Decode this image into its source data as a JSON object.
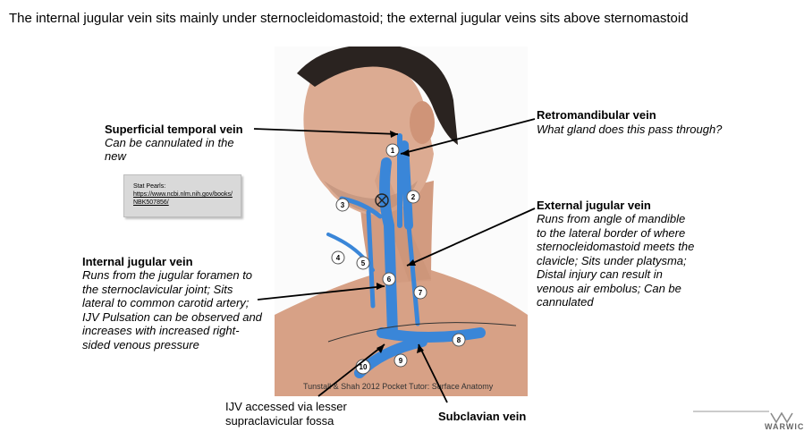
{
  "slide": {
    "title": "The internal jugular vein sits mainly under sternocleidomastoid; the external jugular veins sits above sternomastoid"
  },
  "labels": {
    "sup_temporal": {
      "heading": "Superficial temporal vein",
      "body_line1": "Can be cannulated in the",
      "body_line2": "new"
    },
    "retromandibular": {
      "heading": "Retromandibular vein",
      "body": "What gland does this pass through?"
    },
    "external_jugular": {
      "heading": "External jugular vein",
      "lines": [
        "Runs from angle of mandible",
        "to the lateral border of where",
        "sternocleidomastoid meets the",
        "clavicle; Sits under platysma;",
        "Distal injury can result in",
        "venous air embolus; Can be",
        "cannulated"
      ]
    },
    "internal_jugular": {
      "heading": "Internal jugular vein",
      "lines": [
        "Runs from the jugular foramen to",
        "the sternoclavicular joint; Sits",
        "lateral to common carotid artery;",
        "IJV Pulsation can be observed and",
        "increases with increased right-",
        "sided venous pressure"
      ]
    },
    "ijv_access": {
      "line1": "IJV accessed via lesser",
      "line2": "supraclavicular fossa"
    },
    "subclavian": {
      "heading": "Subclavian vein"
    }
  },
  "sticky_note": {
    "title": "Stat Pearls:",
    "url": "https://www.ncbi.nlm.nih.gov/books/NBK507856/"
  },
  "figure": {
    "caption": "Tunstall & Shah 2012 Pocket Tutor: Surface Anatomy",
    "markers": [
      "1",
      "2",
      "3",
      "4",
      "5",
      "6",
      "7",
      "8",
      "9",
      "10"
    ]
  },
  "logo": {
    "text": "WARWICK"
  },
  "colors": {
    "vein": "#3a86d8",
    "skin": "#d9a48a",
    "hair": "#2a2320"
  }
}
